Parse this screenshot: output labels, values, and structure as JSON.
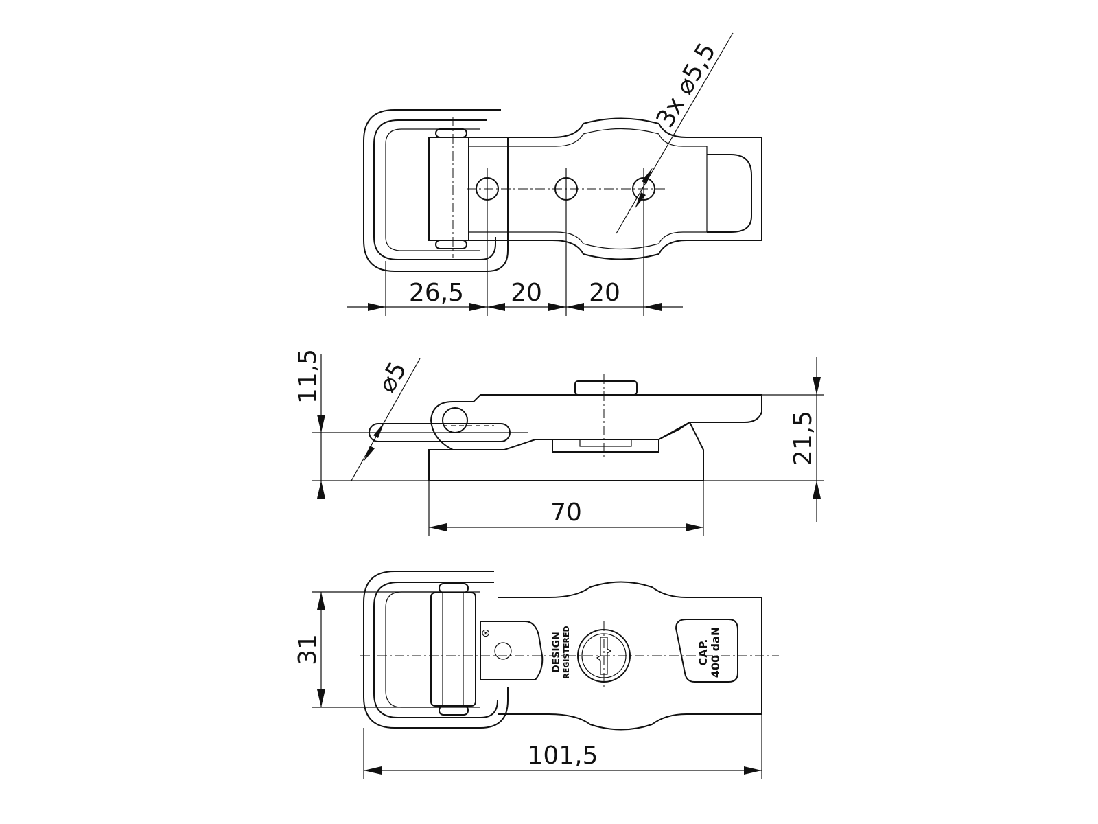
{
  "top_view": {
    "dims": {
      "hole_callout": "3x ⌀5,5",
      "d1": "26,5",
      "d2": "20",
      "d3": "20"
    }
  },
  "side_view": {
    "dims": {
      "height_upper": "11,5",
      "pin_diameter": "⌀5",
      "height_total": "21,5",
      "length": "70"
    }
  },
  "bottom_view": {
    "dims": {
      "width": "31",
      "length": "101,5"
    },
    "markings": {
      "registered": "®",
      "design": "DESIGN",
      "registered_text": "REGISTERED",
      "cap": "CAP.",
      "load": "400 daN"
    }
  }
}
